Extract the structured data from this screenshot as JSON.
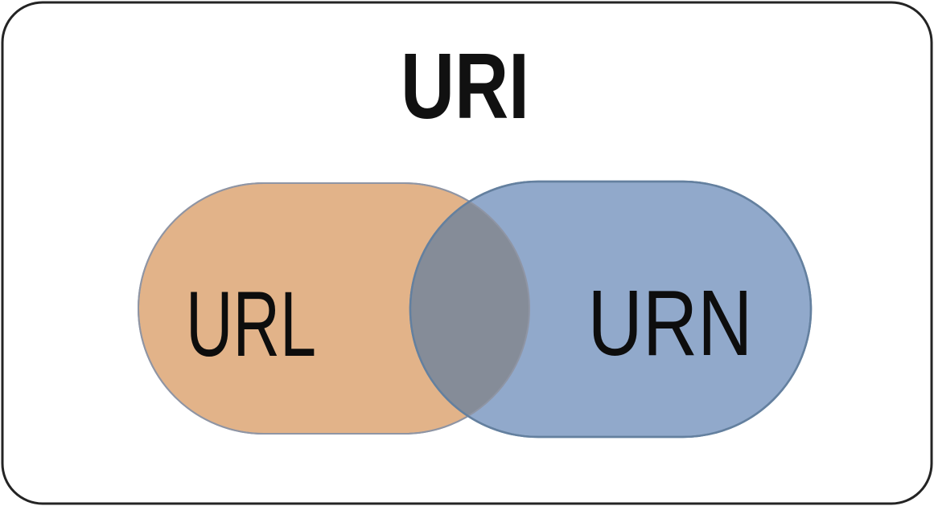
{
  "diagram": {
    "type": "venn",
    "title": "URI",
    "sets": [
      {
        "label": "URL"
      },
      {
        "label": "URN"
      }
    ],
    "overlap_label": "",
    "colors": {
      "background": "#ffffff",
      "card_border": "#242424",
      "title_text": "#111111",
      "label_text": "#0d0d0d",
      "url_fill": "#e2b389",
      "url_stroke": "#8f95a4",
      "urn_fill": "#91a9cb",
      "urn_stroke": "#64809f",
      "overlap_fill": "#858c98"
    }
  }
}
